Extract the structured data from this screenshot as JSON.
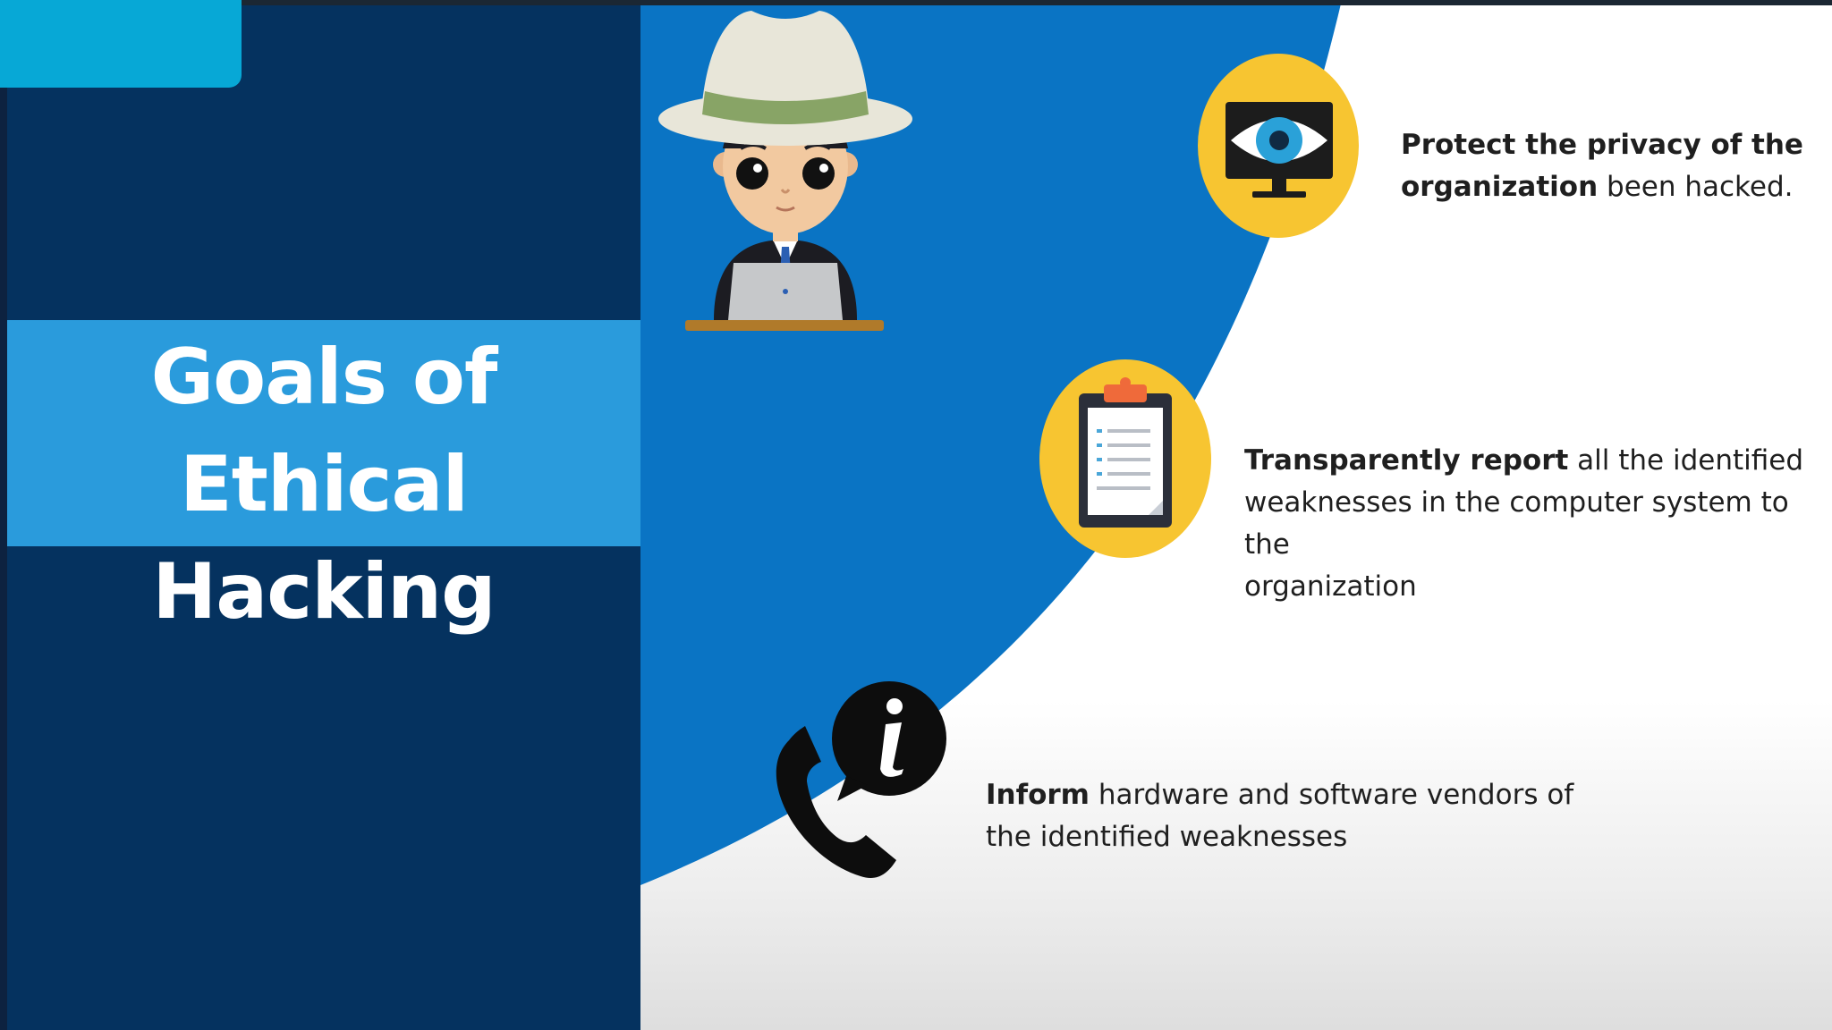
{
  "title": {
    "line1": "Goals of",
    "line2": "Ethical Hacking"
  },
  "goals": [
    {
      "icon": "eye-monitor-icon",
      "bold": "Protect the privacy of the",
      "bold2": "organization",
      "rest": " been hacked."
    },
    {
      "icon": "clipboard-icon",
      "bold": "Transparently report",
      "rest": " all the identified",
      "line2": "weaknesses in the computer system to the",
      "line3": "organization"
    },
    {
      "icon": "phone-info-icon",
      "bold": "Inform",
      "rest": " hardware and software vendors of",
      "line2": "the identified weaknesses"
    }
  ],
  "colors": {
    "navy": "#05325f",
    "title_band": "#2a9bdc",
    "arc_blue": "#0a74c4",
    "cyan_tab": "#07a8d6",
    "icon_yellow": "#f7c531"
  },
  "illustration": "white-hat-hacker-with-laptop"
}
